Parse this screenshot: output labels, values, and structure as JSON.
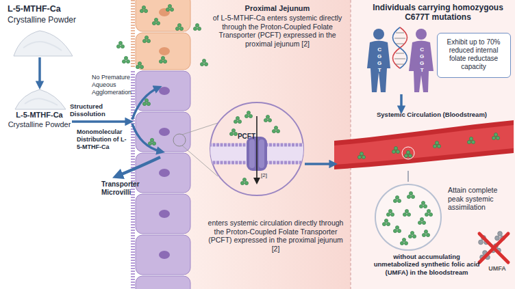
{
  "diagram": {
    "nodes": [
      {
        "text": [
          "L-5-MTHF-Ca",
          "Crystalline Powder"
        ]
      },
      {
        "text": [
          "L-5-MTHF-Ca",
          "Crystalline Powder"
        ]
      },
      {
        "text": [
          "Proximal Jejunum",
          "of L-5-MTHF-Ca enters systemic directly through the Proton-Coupled Folate Transporter (PCFT) expressed in the proximal jejunum [2]",
          "enters systemic circulation directly through the Proton-Coupled Folate Transporter (PCFT) expressed in the proximal jejunum [2]"
        ]
      },
      {
        "text": [
          "PCFT",
          "[2]"
        ],
        "in": 2
      },
      {
        "text": [
          "Individuals carrying homozygous C677T mutations"
        ]
      },
      {
        "text": [
          "Exhibit up to 70% reduced internal folate reductase capacity"
        ],
        "in": 4
      },
      {
        "text": [
          "Systemic Circulation (Bloodstream)"
        ]
      },
      {
        "text": [
          "Attain complete peak systemic assimilation",
          "without accumulating unmetabolized synthetic folic acid (UMFA) in the bloodstream"
        ]
      }
    ],
    "edges": [
      {
        "from": 0,
        "to": 1,
        "arrow": "to"
      },
      {
        "from": 1,
        "to": 2,
        "label": "Structured Dissolution",
        "arrow": "to"
      },
      {
        "from": 3,
        "to": 6,
        "arrow": "to"
      },
      {
        "from": 4,
        "to": 6,
        "arrow": "to"
      },
      {
        "from": 6,
        "to": 7,
        "arrow": "none"
      }
    ],
    "labels": [
      "No Premature Aqueous Agglomeration",
      "Monomolecular Distribution of L-5-MTHF-Ca",
      "Transporter Microvilli",
      "CGGT",
      "CGGT",
      "UMFA"
    ]
  }
}
